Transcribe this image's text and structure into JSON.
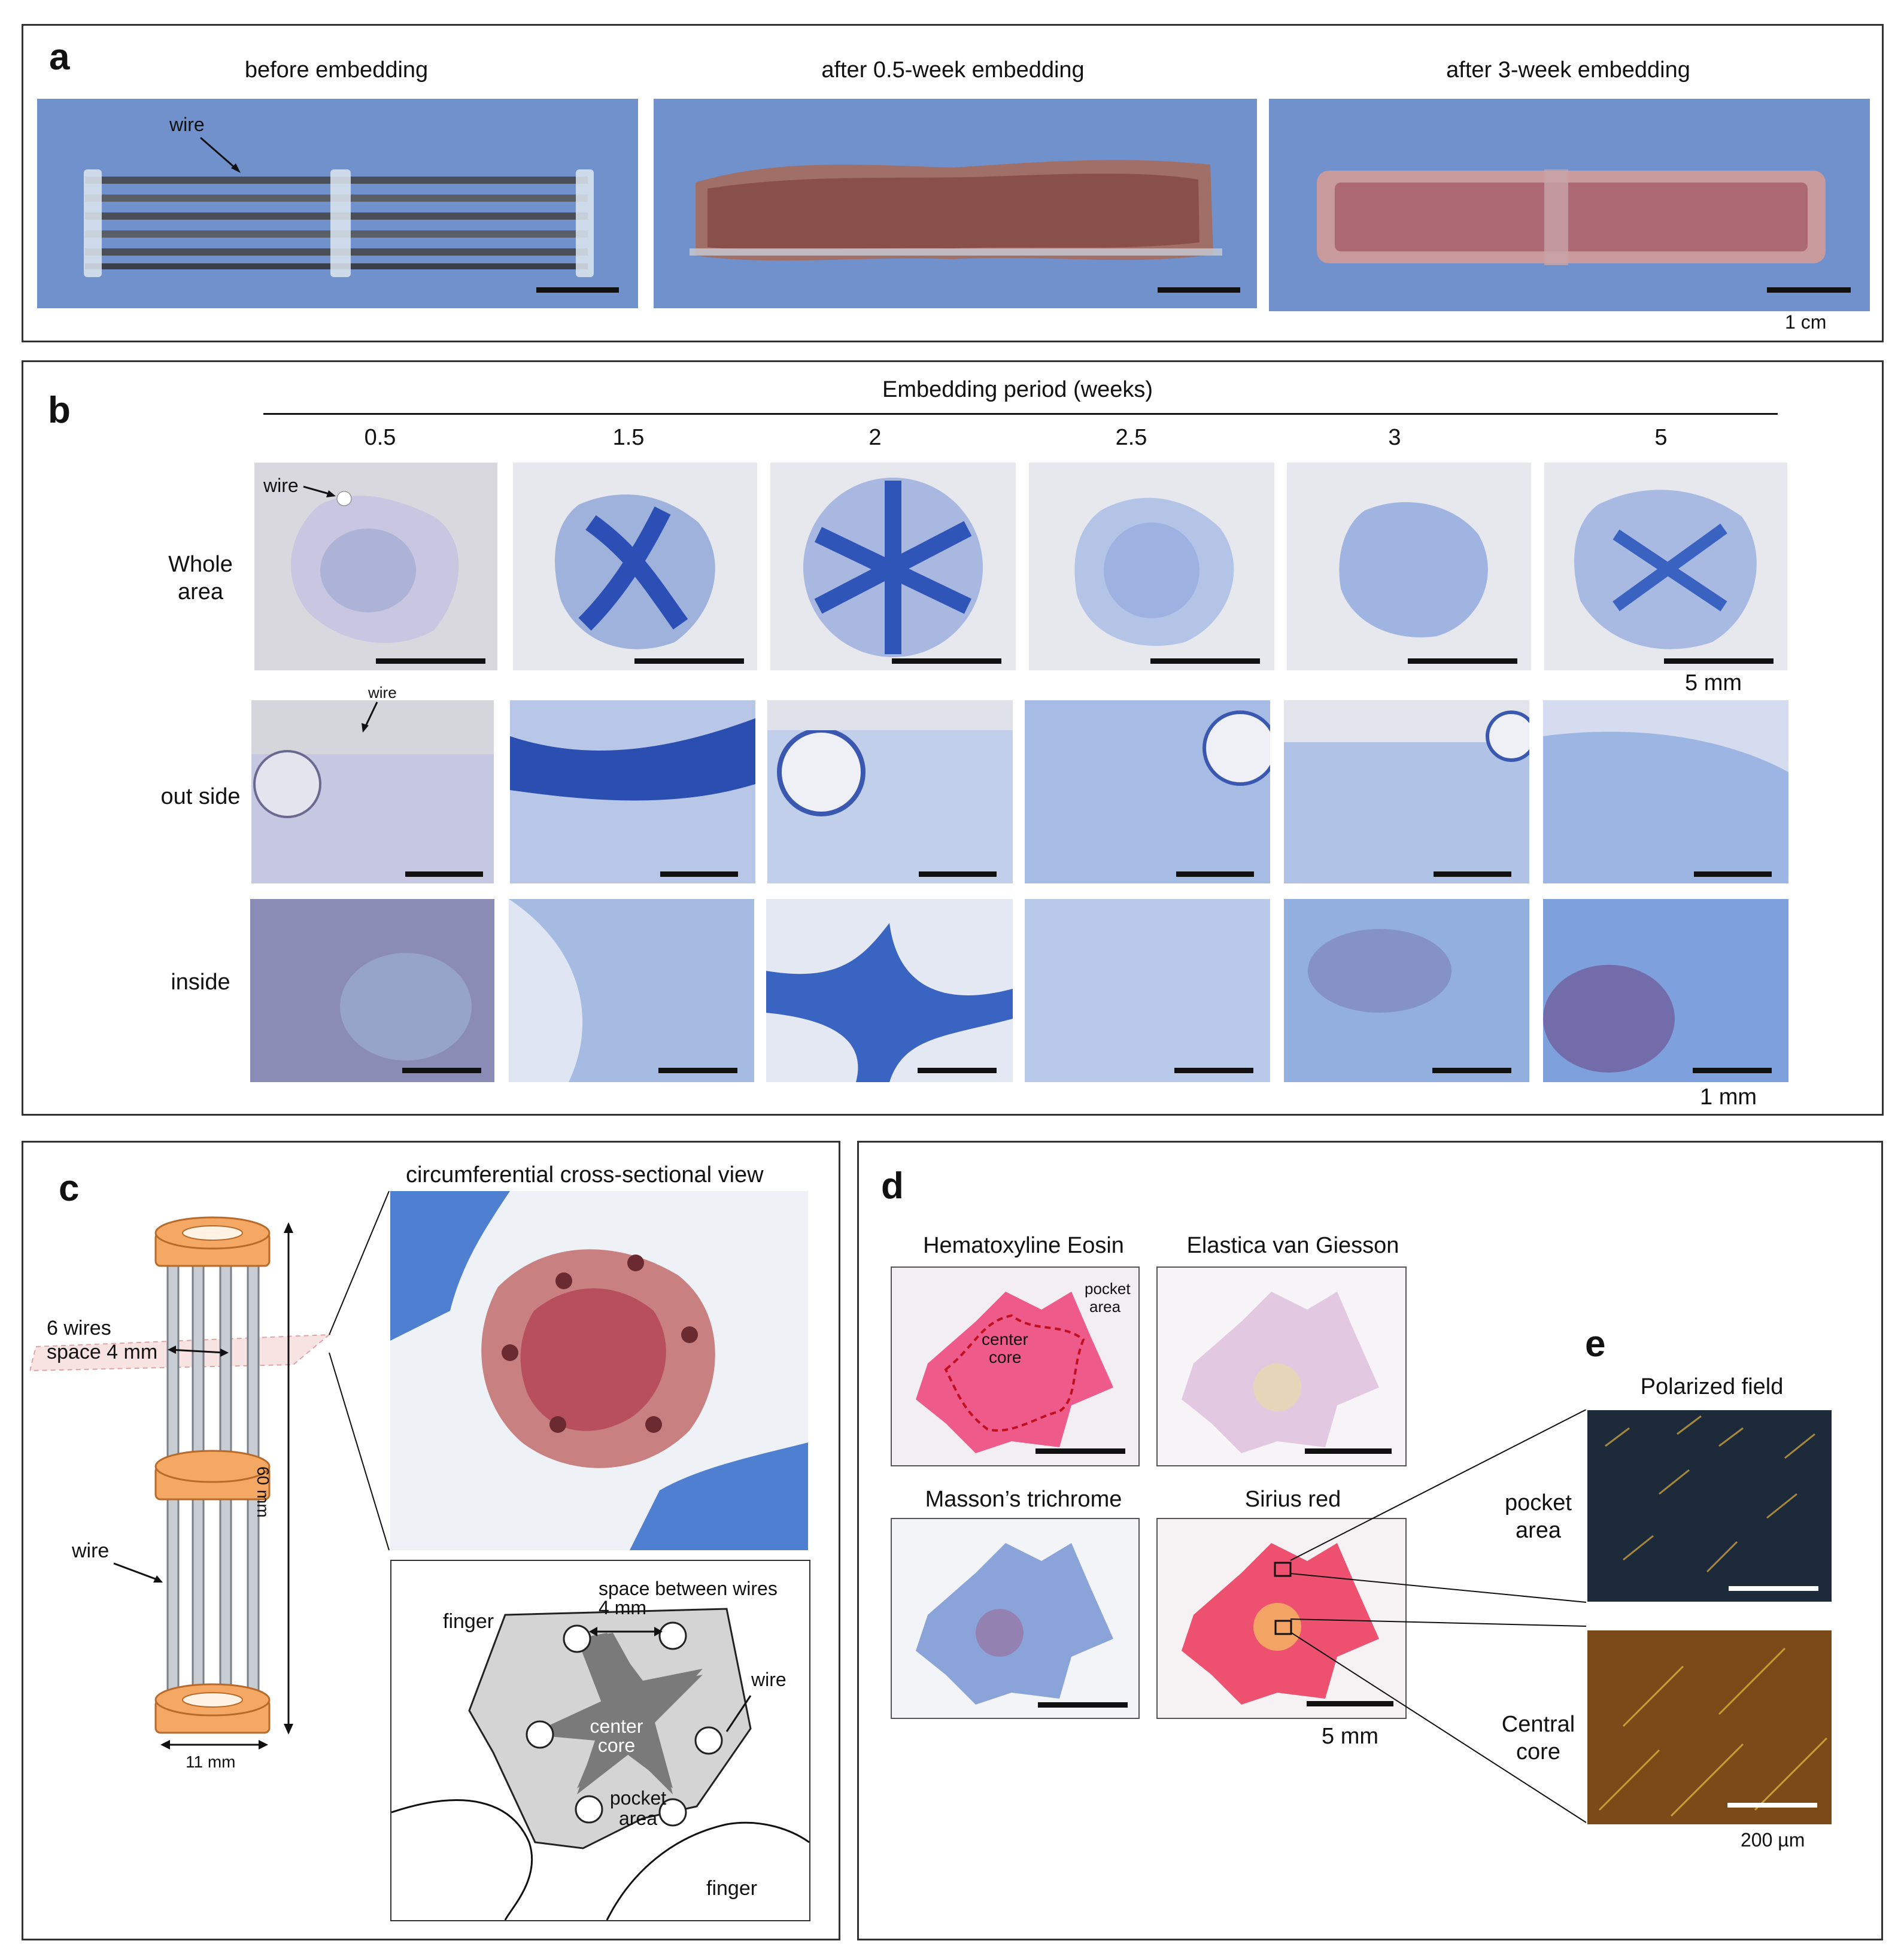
{
  "panel_a": {
    "label": "a",
    "titles": [
      "before embedding",
      "after 0.5-week embedding",
      "after 3-week embedding"
    ],
    "wire_label": "wire",
    "scale_label": "1 cm"
  },
  "panel_b": {
    "label": "b",
    "header": "Embedding period (weeks)",
    "weeks": [
      "0.5",
      "1.5",
      "2",
      "2.5",
      "3",
      "5"
    ],
    "rows": [
      "Whole area",
      "out side",
      "inside"
    ],
    "wire_label": "wire",
    "scale_whole": "5 mm",
    "scale_detail": "1 mm"
  },
  "panel_c": {
    "label": "c",
    "title": "circumferential cross-sectional view",
    "wires_text": "6 wires",
    "space_text": "space 4 mm",
    "height_text": "60 mm",
    "width_text": "11 mm",
    "wire_label": "wire",
    "schematic": {
      "finger_top": "finger",
      "finger_bottom": "finger",
      "space_between": "space between wires",
      "space_value": "4 mm",
      "wire": "wire",
      "center": "center",
      "core": "core",
      "pocket": "pocket",
      "area": "area"
    }
  },
  "panel_d": {
    "label": "d",
    "stains": [
      "Hematoxyline Eosin",
      "Elastica van Giesson",
      "Masson’s trichrome",
      "Sirius red"
    ],
    "he_center": "center",
    "he_core": "core",
    "he_pocket": "pocket",
    "he_area": "area",
    "scale": "5 mm"
  },
  "panel_e": {
    "label": "e",
    "title": "Polarized field",
    "row1a": "pocket",
    "row1b": "area",
    "row2a": "Central",
    "row2b": "core",
    "scale": "200 µm"
  },
  "colors": {
    "frame": "#333333",
    "blue_bg": "#6f8fcb",
    "tissue_blue": "#3f6fc0",
    "he_pink": "#e8407a",
    "sirius_red": "#e0305a",
    "orange_ring": "#f0a060",
    "polarized_dark": "#1d2a3a",
    "polarized_amber": "#a06a20"
  }
}
